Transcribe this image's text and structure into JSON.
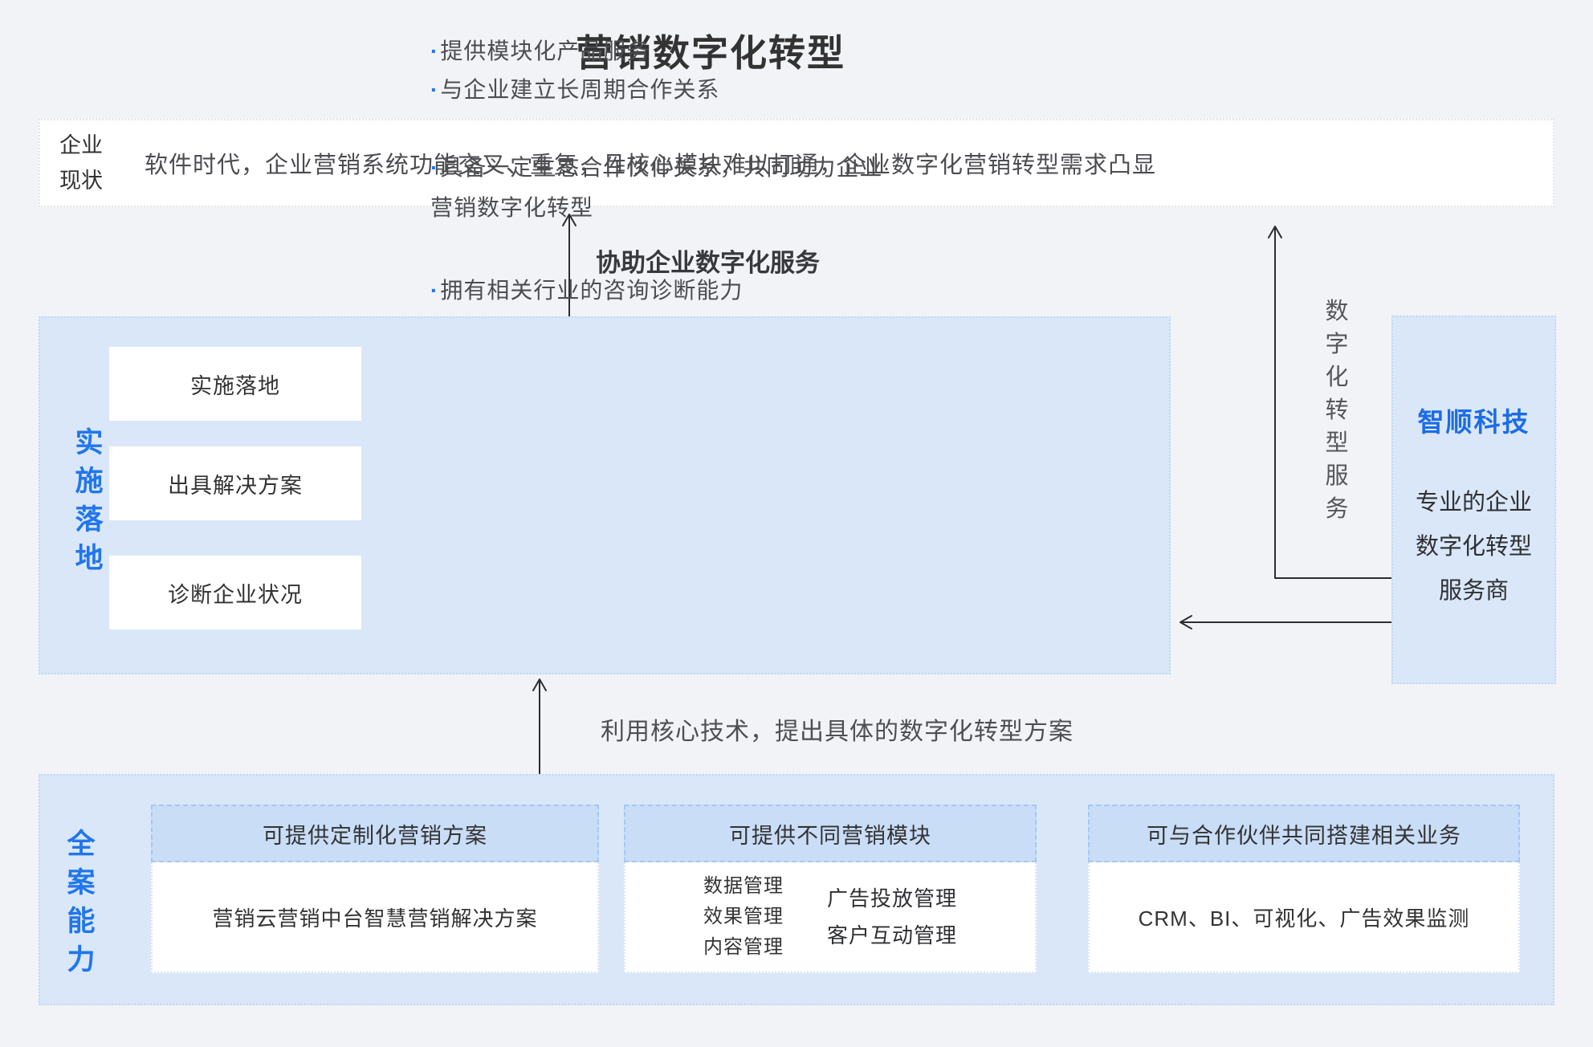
{
  "title": "营销数字化转型",
  "status_box": {
    "label": "企业现状",
    "text": "软件时代，企业营销系统功能交叉、重复，且核心模块难以打通，企业数字化营销转型需求凸显"
  },
  "arrows": {
    "assist_label": "协助企业数字化服务",
    "core_tech_label": "利用核心技术，提出具体的数字化转型方案",
    "service_vertical_label": "数字化转型服务"
  },
  "implementation": {
    "side_label": "实施落地",
    "bullet_char": "·",
    "boxes": [
      "实施落地",
      "出具解决方案",
      "诊断企业状况"
    ],
    "groups": [
      {
        "lines": [
          {
            "text": "提供模块化产品服务"
          },
          {
            "text": "与企业建立长周期合作关系"
          }
        ]
      },
      {
        "lines": [
          {
            "text": "具备一定生态合作伙伴关系，共同助力企业·"
          },
          {
            "text": "营销数字化转型"
          }
        ]
      },
      {
        "lines": [
          {
            "text": "拥有相关行业的咨询诊断能力"
          }
        ]
      }
    ]
  },
  "vendor": {
    "name": "智顺科技",
    "desc_line1": "专业的企业",
    "desc_line2": "数字化转型",
    "desc_line3": "服务商"
  },
  "capability": {
    "side_label": "全案能力",
    "columns": [
      {
        "header": "可提供定制化营销方案",
        "body": "营销云营销中台智慧营销解决方案"
      },
      {
        "header": "可提供不同营销模块",
        "left_lines": [
          "数据管理",
          "效果管理",
          "内容管理"
        ],
        "right_lines": [
          "广告投放管理",
          "客户互动管理"
        ]
      },
      {
        "header": "可与合作伙伴共同搭建相关业务",
        "body": "CRM、BI、可视化、广告效果监测"
      }
    ]
  },
  "colors": {
    "accent_blue": "#2176ec",
    "panel_blue": "#dae7f8",
    "header_blue": "#c9ddf7",
    "arrow_dark": "#2c2d30",
    "page_bg": "#f1f3f6"
  }
}
